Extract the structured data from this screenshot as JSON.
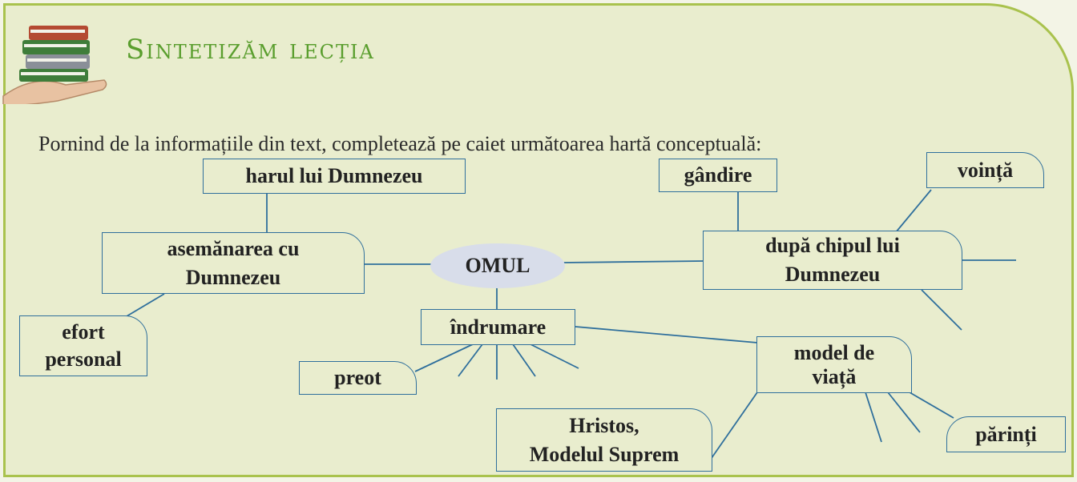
{
  "header": {
    "title": "Sintetizăm lecția",
    "icon": "books-in-hand-icon"
  },
  "instruction": "Pornind de la informațiile din text, completează pe caiet următoarea hartă conceptuală:",
  "concept_map": {
    "center": "OMUL",
    "nodes": {
      "harul": "harul lui Dumnezeu",
      "asemanarea_line1": "asemănarea cu",
      "asemanarea_line2": "Dumnezeu",
      "efort_line1": "efort",
      "efort_line2": "personal",
      "indrumare": "îndrumare",
      "preot": "preot",
      "gandire": "gândire",
      "vointa": "voință",
      "chipul_line1": "după chipul lui",
      "chipul_line2": "Dumnezeu",
      "model_line1": "model de",
      "model_line2": "viață",
      "hristos_line1": "Hristos,",
      "hristos_line2": "Modelul Suprem",
      "parinti": "părinți"
    }
  },
  "colors": {
    "panel_background": "#e9edce",
    "panel_border": "#a9c24d",
    "title": "#5a9e2e",
    "node_border": "#2f6f9c",
    "center_fill": "#d8ddea"
  }
}
